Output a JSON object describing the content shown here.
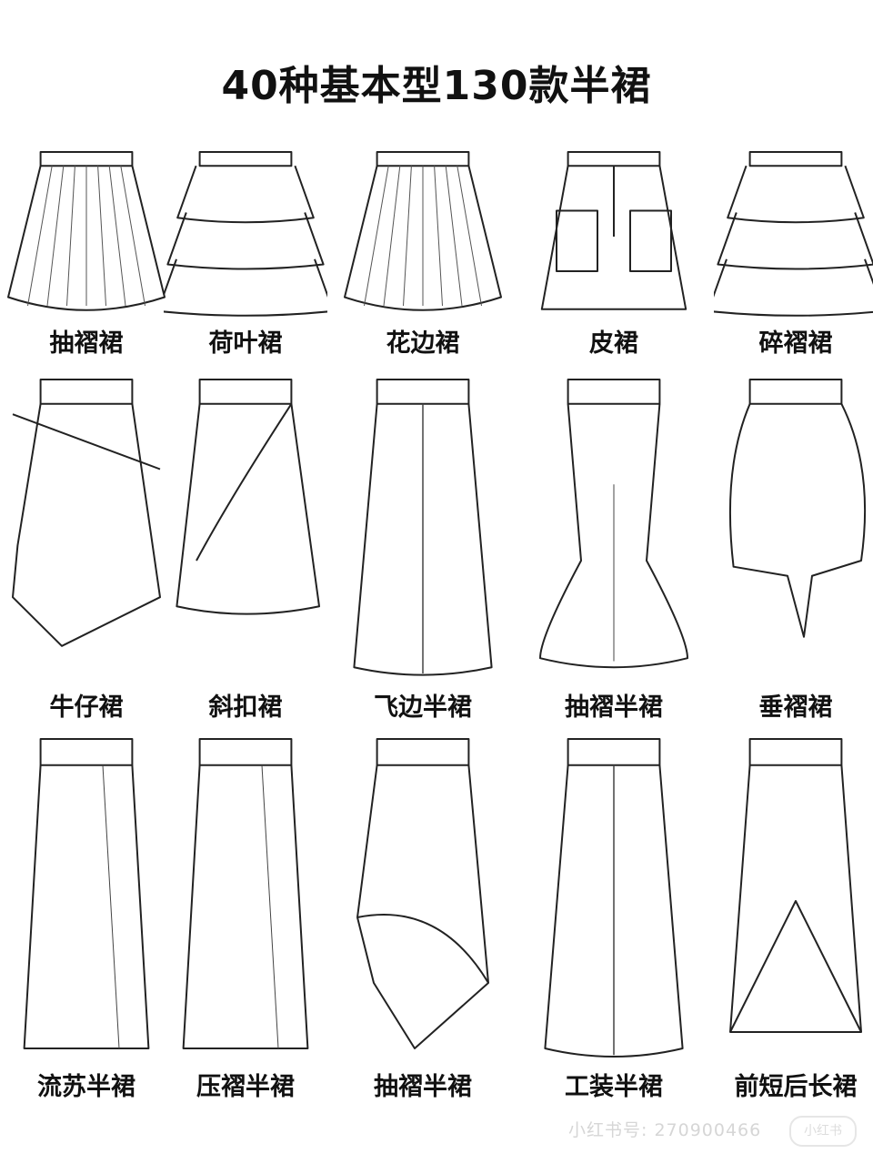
{
  "title": "40种基本型130款半裙",
  "skirts": [
    {
      "label": "抽褶裙",
      "style": "mini-flare"
    },
    {
      "label": "荷叶裙",
      "style": "mini-tiered"
    },
    {
      "label": "花边裙",
      "style": "mini-flare"
    },
    {
      "label": "皮裙",
      "style": "mini-straight"
    },
    {
      "label": "碎褶裙",
      "style": "mini-tiered"
    },
    {
      "label": "牛仔裙",
      "style": "asymmetric"
    },
    {
      "label": "斜扣裙",
      "style": "wrap"
    },
    {
      "label": "飞边半裙",
      "style": "long-a"
    },
    {
      "label": "抽褶半裙",
      "style": "mermaid"
    },
    {
      "label": "垂褶裙",
      "style": "draped"
    },
    {
      "label": "流苏半裙",
      "style": "long-straight"
    },
    {
      "label": "压褶半裙",
      "style": "long-straight"
    },
    {
      "label": "抽褶半裙",
      "style": "asymmetric-long"
    },
    {
      "label": "工装半裙",
      "style": "long-a"
    },
    {
      "label": "前短后长裙",
      "style": "high-low"
    }
  ],
  "watermark": "小红书号: 270900466",
  "watermark_badge": "小红书"
}
